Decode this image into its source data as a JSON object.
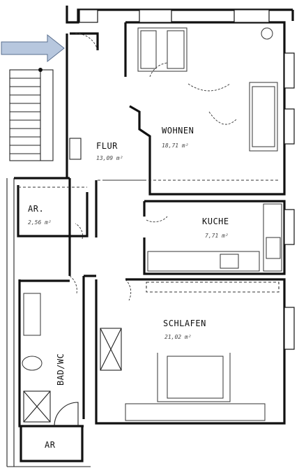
{
  "rooms": {
    "flur": {
      "name": "FLUR",
      "area": "13,09 m²"
    },
    "wohnen": {
      "name": "WOHNEN",
      "area": "18,71 m²"
    },
    "ar_top": {
      "name": "AR.",
      "area": "2,56 m²"
    },
    "kuche": {
      "name": "KUCHE",
      "area": "7,71 m²"
    },
    "schlafen": {
      "name": "SCHLAFEN",
      "area": "21,02 m²"
    },
    "bad": {
      "name": "BAD/WC"
    },
    "ar_bottom": {
      "name": "AR"
    }
  },
  "colors": {
    "entrance_arrow": "#b7c7de",
    "entrance_arrow_stroke": "#5a6f8f",
    "walls": "#111111"
  }
}
